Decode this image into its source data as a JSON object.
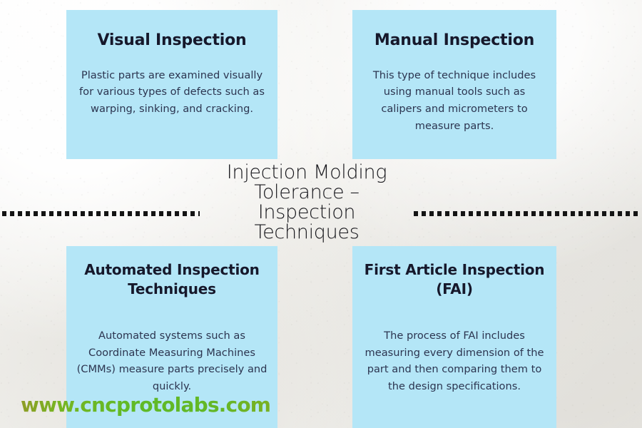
{
  "page": {
    "background_color": "#f3f2ef",
    "card_color": "#b4e6f7",
    "heading_color": "#16182b",
    "body_color": "#2c3550",
    "accent_color": "#6cb022"
  },
  "center_title": {
    "text": "Injection Molding\nTolerance –\nInspection\nTechniques"
  },
  "cards": [
    {
      "id": "visual-inspection",
      "title": "Visual Inspection",
      "body": "Plastic parts are examined visually for various types of defects such as warping, sinking, and cracking."
    },
    {
      "id": "manual-inspection",
      "title": "Manual Inspection",
      "body": "This type of technique includes using manual tools such as calipers and micrometers to measure parts."
    },
    {
      "id": "automated-inspection-techniques",
      "title": "Automated Inspection Techniques",
      "body": "Automated systems such as Coordinate Measuring Machines (CMMs) measure parts precisely and quickly."
    },
    {
      "id": "first-article-inspection",
      "title": "First Article Inspection (FAI)",
      "body": "The process of FAI includes measuring every dimension of the part and then comparing them to the design specifications."
    }
  ],
  "decorations": {
    "dotted_rule_left": "dotted-line",
    "dotted_rule_right": "dotted-line"
  },
  "watermark": {
    "text": "www.cncprotolabs.com"
  }
}
